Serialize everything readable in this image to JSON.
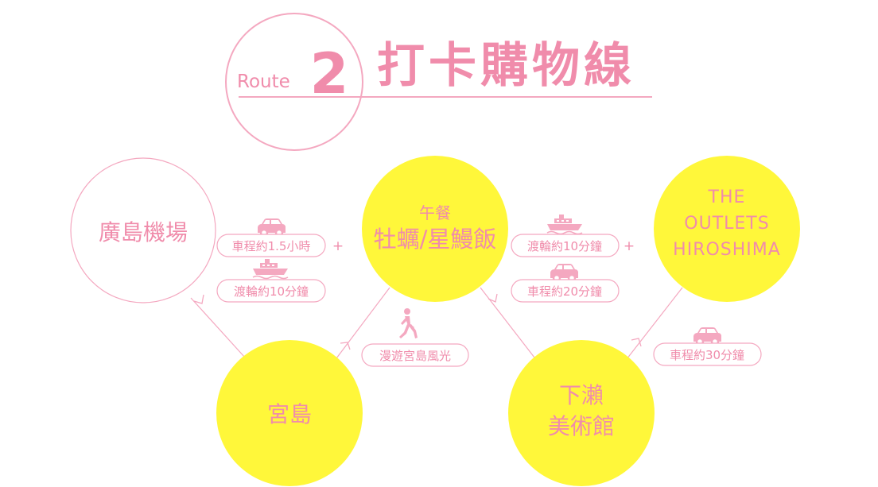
{
  "header": {
    "route_label": "Route",
    "route_number": "2",
    "title": "打卡購物線"
  },
  "nodes": {
    "airport": {
      "label": "廣島機場"
    },
    "lunch": {
      "sub_label": "午餐",
      "label": "牡蠣/星鰻飯"
    },
    "miyajima": {
      "label": "宮島"
    },
    "museum": {
      "line1": "下瀨",
      "line2": "美術館"
    },
    "outlets": {
      "line1": "THE",
      "line2": "OUTLETS",
      "line3": "HIROSHIMA"
    }
  },
  "transport": {
    "airport_car": "車程約1.5小時",
    "airport_ferry": "渡輪約10分鐘",
    "walk": "漫遊宮島風光",
    "lunch_ferry": "渡輪約10分鐘",
    "lunch_car": "車程約20分鐘",
    "museum_car": "車程約30分鐘",
    "plus_1": "+",
    "plus_2": "+"
  },
  "icons": {
    "car": "car-icon",
    "ferry": "ferry-icon",
    "walk": "walking-person-icon"
  },
  "colors": {
    "pink": "#f08cab",
    "pink_light": "#f4a8c0",
    "yellow": "#fff73a",
    "white": "#ffffff"
  }
}
